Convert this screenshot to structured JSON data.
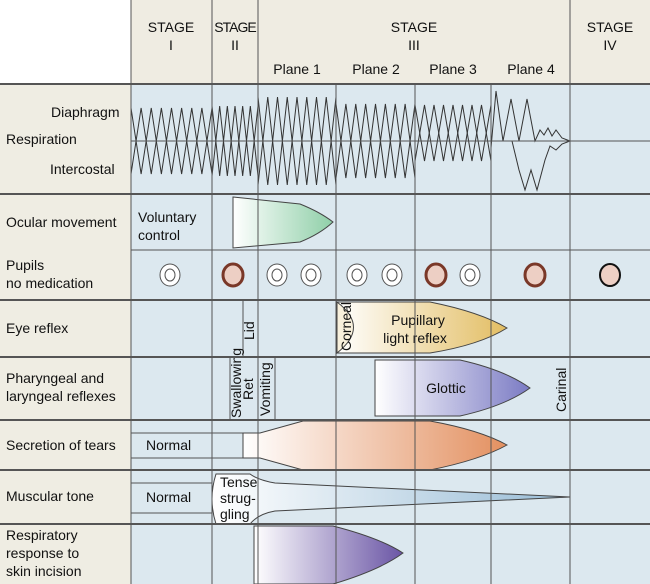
{
  "header": {
    "stages": [
      {
        "title": "STAGE",
        "numeral": "I"
      },
      {
        "title": "STAGE",
        "numeral": "II"
      },
      {
        "title": "STAGE",
        "numeral": "III"
      },
      {
        "title": "STAGE",
        "numeral": "IV"
      }
    ],
    "planes": [
      "Plane 1",
      "Plane 2",
      "Plane 3",
      "Plane 4"
    ]
  },
  "rows": {
    "respiration": {
      "label": "Respiration",
      "upper": "Diaphragm",
      "lower": "Intercostal"
    },
    "ocular": {
      "label": "Ocular movement",
      "stage1_line1": "Voluntary",
      "stage1_line2": "control"
    },
    "pupils": {
      "line1": "Pupils",
      "line2": "no medication"
    },
    "eye": {
      "label": "Eye reflex",
      "lid": "Lid",
      "corneal": "Corneal",
      "pupillary_line1": "Pupillary",
      "pupillary_line2": "light reflex"
    },
    "pharyngeal": {
      "line1": "Pharyngeal and",
      "line2": "laryngeal reflexes",
      "swallowing": "Swallowing",
      "ret": "Ret",
      "vomiting": "Vomiting",
      "glottic": "Glottic",
      "carinal": "Carinal"
    },
    "tears": {
      "label": "Secretion of tears",
      "normal": "Normal"
    },
    "muscle": {
      "label": "Muscular tone",
      "normal": "Normal",
      "tense1": "Tense",
      "tense2": "strug-",
      "tense3": "gling"
    },
    "incision": {
      "line1": "Respiratory",
      "line2": "response to",
      "line3": "skin incision"
    }
  },
  "colors": {
    "cell": "#dce8ef",
    "label_bg": "#efede3",
    "grid": "#555555",
    "ocular": "#8fcfa8",
    "pupillary": "#e6c474",
    "glottic": "#8585c8",
    "tears": "#e39a6e",
    "muscle": "#a9c6da",
    "incision": "#6f5aa8",
    "pupil_dilated": "#7a3828",
    "pupil_fill": "#edcfc4"
  }
}
